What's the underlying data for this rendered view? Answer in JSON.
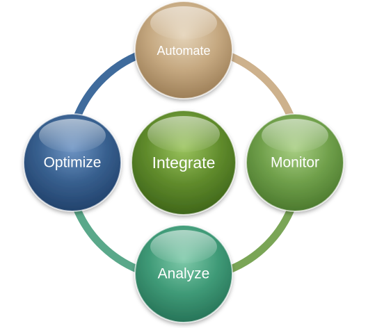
{
  "diagram": {
    "type": "cycle",
    "center": {
      "id": "integrate",
      "label": "Integrate",
      "color": "#5f8a2c"
    },
    "ring": {
      "segments": [
        {
          "from": "automate",
          "to": "monitor",
          "color": "#cdb18c"
        },
        {
          "from": "monitor",
          "to": "analyze",
          "color": "#7aa556"
        },
        {
          "from": "analyze",
          "to": "optimize",
          "color": "#5aa88a"
        },
        {
          "from": "optimize",
          "to": "automate",
          "color": "#3f6b9c"
        }
      ]
    },
    "nodes": [
      {
        "id": "automate",
        "label": "Automate",
        "color": "#c2a47d"
      },
      {
        "id": "monitor",
        "label": "Monitor",
        "color": "#6ea04a"
      },
      {
        "id": "analyze",
        "label": "Analyze",
        "color": "#3f9a77"
      },
      {
        "id": "optimize",
        "label": "Optimize",
        "color": "#36608f"
      }
    ]
  }
}
